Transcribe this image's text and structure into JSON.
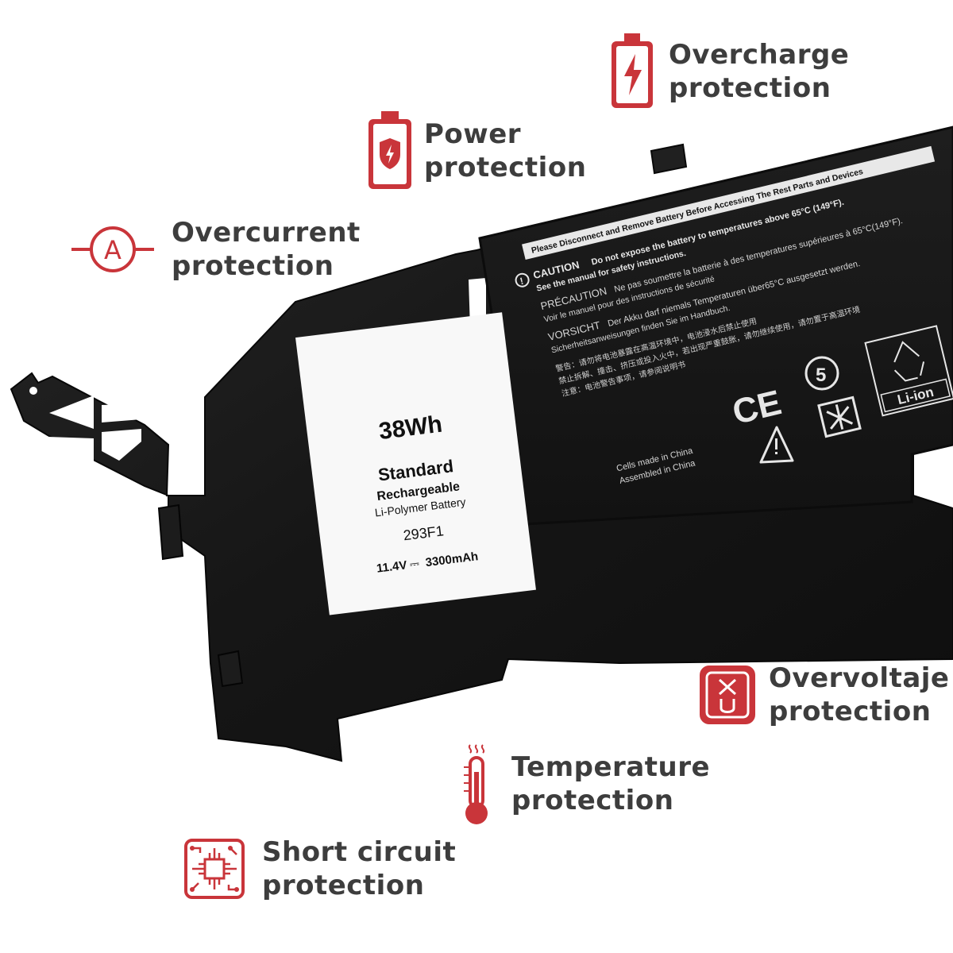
{
  "colors": {
    "accent": "#c9353a",
    "text": "#3d3d3d",
    "battery": "#151515"
  },
  "features": {
    "overcharge": {
      "line1": "Overcharge",
      "line2": "protection",
      "icon": "battery-bolt-icon"
    },
    "power": {
      "line1": "Power",
      "line2": "protection",
      "icon": "battery-shield-icon"
    },
    "overcurrent": {
      "line1": "Overcurrent",
      "line2": "protection",
      "icon": "ammeter-icon"
    },
    "overvoltage": {
      "line1": "Overvoltaje",
      "line2": "protection",
      "icon": "voltage-icon"
    },
    "temperature": {
      "line1": "Temperature",
      "line2": "protection",
      "icon": "thermometer-icon"
    },
    "short_circuit": {
      "line1": "Short circuit",
      "line2": "protection",
      "icon": "circuit-chip-icon"
    }
  },
  "battery_label": {
    "capacity": "38Wh",
    "type": "Standard",
    "line2": "Rechargeable",
    "line3": "Li-Polymer Battery",
    "model": "293F1",
    "voltage": "11.4V",
    "mah": "3300mAh"
  },
  "warning": {
    "header": "Please Disconnect and Remove Battery Before Accessing The Rest Parts and Devices",
    "caution": "CAUTION",
    "caution_text": "Do not expose the battery to temperatures above 65°C (149°F).",
    "caution_text2": "See the manual for safety instructions.",
    "precaution": "PRÉCAUTION",
    "precaution_text": "Ne pas soumettre la batterie à des temperatures supérieures à 65°C(149°F).",
    "precaution_text2": "Voir le manuel pour des instructions de sécurité",
    "vorsicht": "VORSICHT",
    "vorsicht_text": "Der Akku darf niemals Temperaturen über65°C ausgesetzt werden.",
    "vorsicht_text2": "Sicherheitsanweisungen finden Sie im Handbuch.",
    "cn1": "警告：请勿将电池暴露在高温环境中，电池浸水后禁止使用",
    "cn2": "禁止拆解、撞击、挤压或投入火中，若出现严重鼓胀，请勿继续使用，请勿置于高温环境",
    "cn3": "注意：电池警告事项，请参阅说明书",
    "origin1": "Cells made in China",
    "origin2": "Assembled in China",
    "ce": "CE",
    "recycle": "Li-ion",
    "five": "5"
  }
}
